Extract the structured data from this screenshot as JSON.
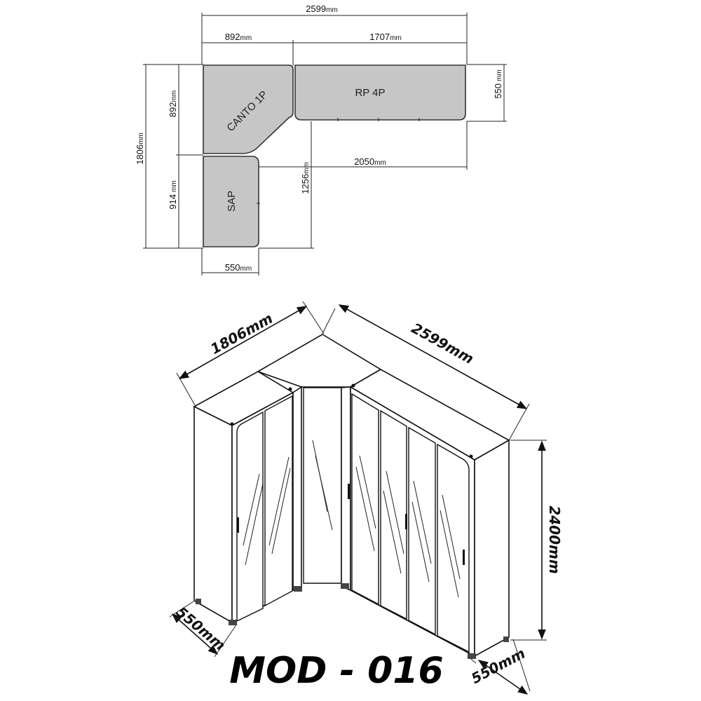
{
  "plan": {
    "total_width": "2599",
    "width_left": "892",
    "width_right": "1707",
    "depth_left_top": "892",
    "depth_total": "1806",
    "depth_bottom": "914",
    "depth_right": "550",
    "inner_run": "2050",
    "inner_depth": "1256",
    "bottom_width": "550",
    "unit": "mm",
    "modules": {
      "corner": "CANTO 1P",
      "right": "RP 4P",
      "bottom": "SAP"
    }
  },
  "elevation": {
    "width_left": "1806mm",
    "width_right": "2599mm",
    "height": "2400mm",
    "depth_left": "550mm",
    "depth_right": "550mm"
  },
  "model": {
    "code": "MOD - 016"
  }
}
